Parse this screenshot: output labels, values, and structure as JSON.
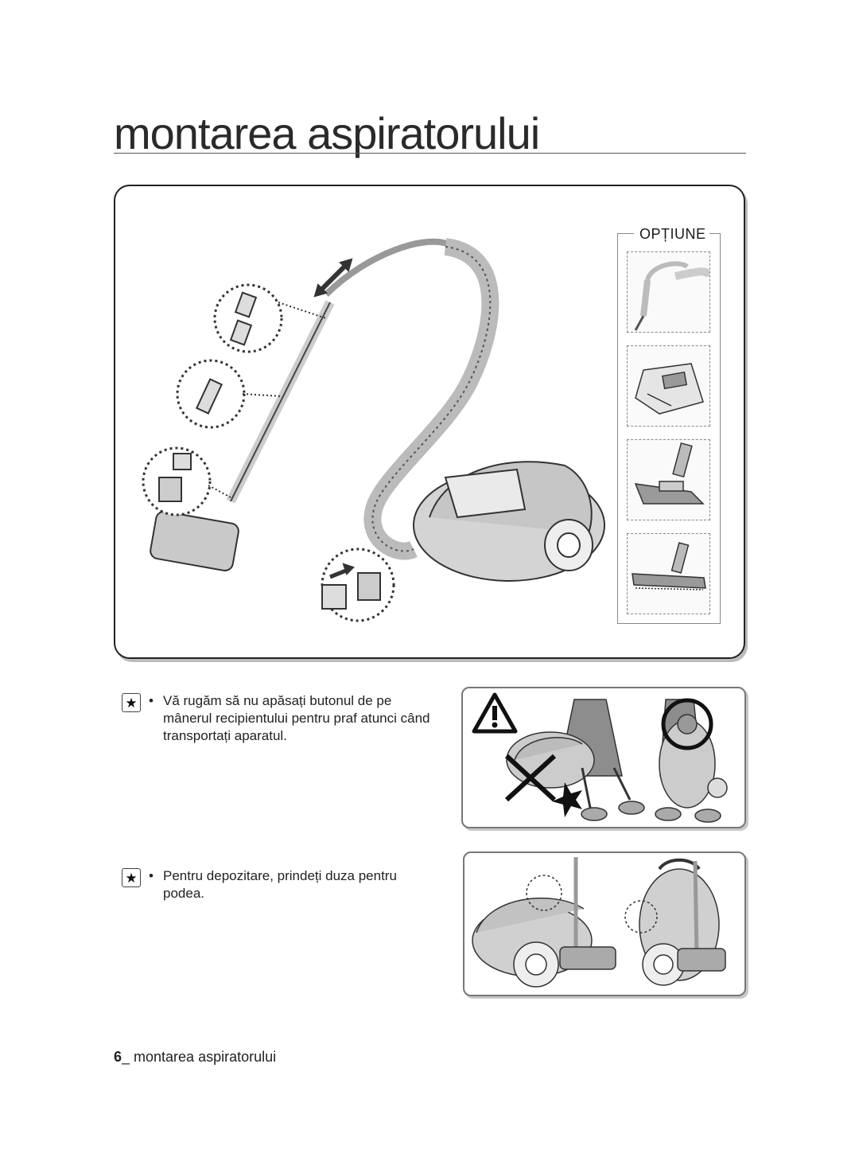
{
  "page": {
    "title": "montarea aspiratorului",
    "option_label": "OPȚIUNE",
    "notes": [
      {
        "text": "Vă rugăm să nu apăsați butonul de pe mânerul recipientului pentru praf atunci când transportați aparatul.",
        "icon": "star-icon"
      },
      {
        "text": "Pentru depozitare, prindeți duza pentru podea.",
        "icon": "star-icon"
      }
    ],
    "footer_number": "6",
    "footer_text": "_ montarea aspiratorului",
    "option_items": [
      "handle-with-hose",
      "dust-bag",
      "turbo-brush",
      "floor-brush"
    ]
  }
}
